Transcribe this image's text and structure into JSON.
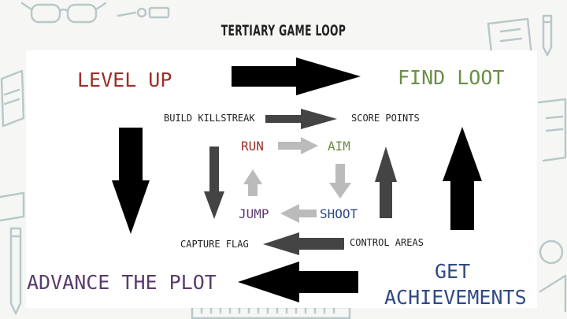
{
  "title": "TERTIARY GAME LOOP",
  "colors": {
    "red": "#9a2f2a",
    "green": "#6b8f45",
    "purple": "#5a3c6e",
    "blue": "#2f4a86",
    "arrow_outer": "#000000",
    "arrow_middle": "#444444",
    "arrow_inner": "#bbbbbb"
  },
  "outer_loop": {
    "level_up": "LEVEL UP",
    "find_loot": "FIND LOOT",
    "get_achievements_line1": "GET",
    "get_achievements_line2": "ACHIEVEMENTS",
    "advance_the_plot": "ADVANCE THE PLOT"
  },
  "middle_loop": {
    "build_killstreak": "BUILD KILLSTREAK",
    "score_points": "SCORE POINTS",
    "control_areas": "CONTROL AREAS",
    "capture_flag": "CAPTURE FLAG"
  },
  "inner_loop": {
    "run": "RUN",
    "aim": "AIM",
    "shoot": "SHOOT",
    "jump": "JUMP"
  }
}
